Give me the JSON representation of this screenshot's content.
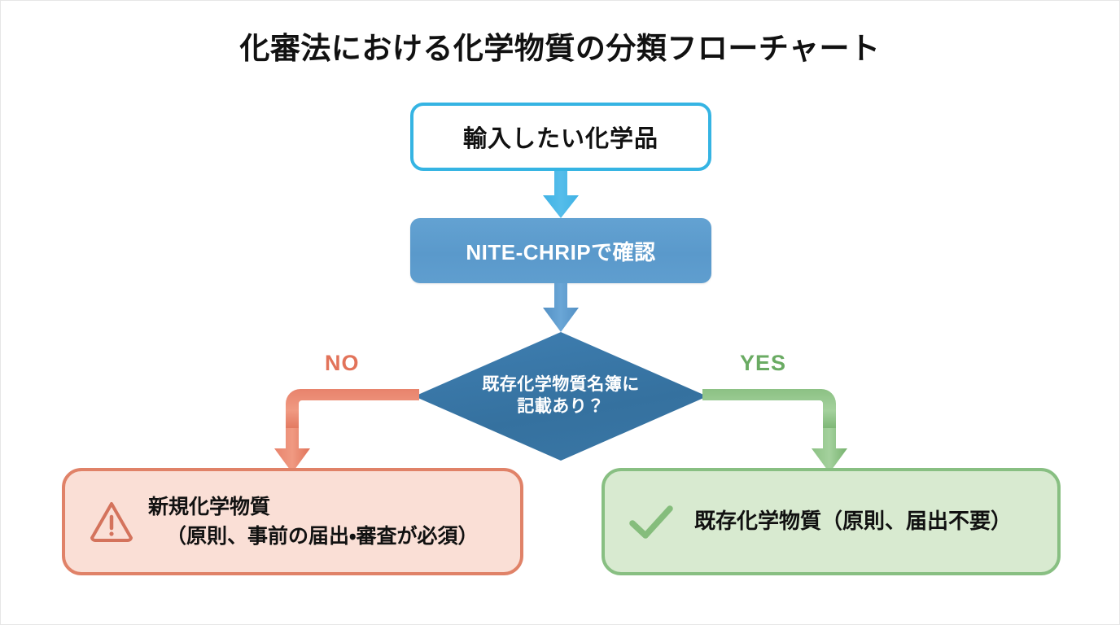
{
  "document": {
    "title": "化審法における化学物質の分類フローチャート",
    "type": "flowchart",
    "background_color": "#ffffff"
  },
  "flowchart": {
    "nodes": [
      {
        "id": "start",
        "shape": "rounded-rectangle",
        "label": "輸入したい化学品",
        "fill_color": "#ffffff",
        "border_color": "#35b4e3",
        "text_color": "#111111"
      },
      {
        "id": "process",
        "shape": "rounded-rectangle",
        "label": "NITE-CHRIPで確認",
        "fill_color": "#5f9ecf",
        "border_color": "#5f9ecf",
        "text_color": "#ffffff"
      },
      {
        "id": "decision",
        "shape": "diamond",
        "label_line1": "既存化学物質名簿に",
        "label_line2": "記載あり？",
        "fill_color": "#35719f",
        "text_color": "#ffffff"
      },
      {
        "id": "result-new",
        "shape": "rounded-rectangle",
        "icon": "warning-triangle-icon",
        "label_line1": "新規化学物質",
        "label_line2": "（原則、事前の届出・審査が必須）",
        "fill_color": "#fadfd6",
        "border_color": "#e08268",
        "icon_color": "#d4735c",
        "text_color": "#111111"
      },
      {
        "id": "result-existing",
        "shape": "rounded-rectangle",
        "icon": "check-mark-icon",
        "label": "既存化学物質（原則、届出不要）",
        "fill_color": "#d8ead0",
        "border_color": "#88bf82",
        "icon_color": "#85bd7c",
        "text_color": "#111111"
      }
    ],
    "edges": [
      {
        "id": "start-to-process",
        "from": "start",
        "to": "process",
        "label": "",
        "color": "#4cb9e8",
        "direction": "down"
      },
      {
        "id": "process-to-decision",
        "from": "process",
        "to": "decision",
        "label": "",
        "color": "#5f9ecf",
        "direction": "down"
      },
      {
        "id": "decision-to-result-new",
        "from": "decision",
        "to": "result-new",
        "label": "NO",
        "color": "#e2735a",
        "direction": "left-then-down"
      },
      {
        "id": "decision-to-result-existing",
        "from": "decision",
        "to": "result-existing",
        "label": "YES",
        "color": "#6aab63",
        "direction": "right-then-down"
      }
    ]
  }
}
